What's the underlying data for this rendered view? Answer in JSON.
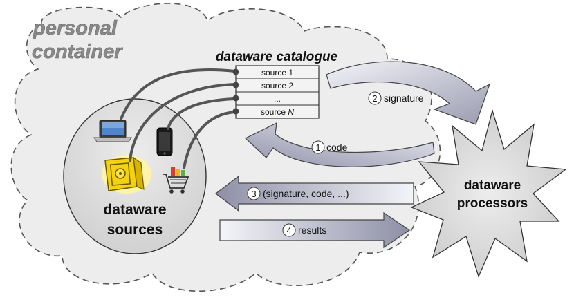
{
  "container": {
    "line1": "personal",
    "line2": "container"
  },
  "catalogue": {
    "title": "dataware catalogue",
    "rows": [
      "source 1",
      "source 2",
      "...",
      "source "
    ],
    "last_row_suffix": "N"
  },
  "sources": {
    "line1": "dataware",
    "line2": "sources"
  },
  "processors": {
    "line1": "dataware",
    "line2": "processors"
  },
  "steps": {
    "code": {
      "num": "1",
      "label": "code"
    },
    "signature": {
      "num": "2",
      "label": "signature"
    },
    "request": {
      "num": "3",
      "label": "(signature, code, ...)"
    },
    "results": {
      "num": "4",
      "label": "results"
    }
  },
  "icons": [
    "laptop-icon",
    "phone-icon",
    "safe-icon",
    "shopping-cart-icon"
  ]
}
